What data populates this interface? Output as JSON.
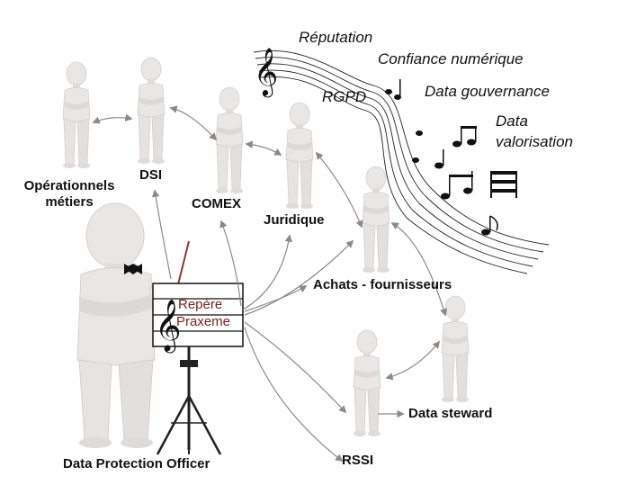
{
  "roles": {
    "dpo": "Data Protection Officer",
    "operationnels": "Opérationnels métiers",
    "operationnels_l1": "Opérationnels",
    "operationnels_l2": "métiers",
    "dsi": "DSI",
    "comex": "COMEX",
    "juridique": "Juridique",
    "achats": "Achats - fournisseurs",
    "rssi": "RSSI",
    "data_steward": "Data steward"
  },
  "music_stand": {
    "line1": "Repère",
    "line2": "Praxeme"
  },
  "themes": {
    "reputation": "Réputation",
    "confiance": "Confiance numérique",
    "rgpd": "RGPD",
    "gouvernance": "Data gouvernance",
    "valorisation_l1": "Data",
    "valorisation_l2": "valorisation"
  },
  "colors": {
    "figure_fill": "#e9e7e6",
    "figure_shade": "#cfcccb",
    "arrow": "#8a8a8a",
    "stand_text": "#7a2020"
  }
}
